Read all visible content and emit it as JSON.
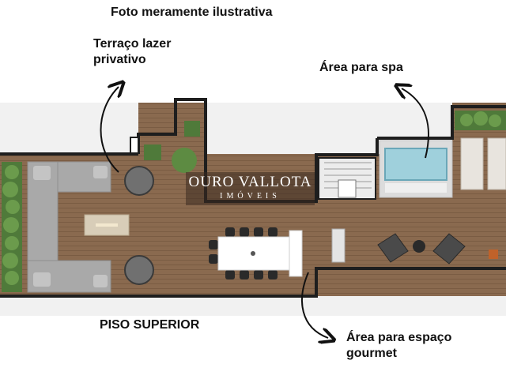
{
  "caption": "Foto meramente ilustrativa",
  "labels": {
    "terrace_line1": "Terraço lazer",
    "terrace_line2": "privativo",
    "spa": "Área para spa",
    "floor": "PISO SUPERIOR",
    "gourmet_line1": "Área para espaço",
    "gourmet_line2": "gourmet"
  },
  "watermark": {
    "name": "OURO VALLOTA",
    "sub": "IMÓVEIS"
  },
  "colors": {
    "wood": "#8a6a4f",
    "wall": "#1e1e1e",
    "sofa": "#a9a9a9",
    "planter": "#4f7a3a",
    "water": "#9fd0dc",
    "arrow": "#111111"
  }
}
